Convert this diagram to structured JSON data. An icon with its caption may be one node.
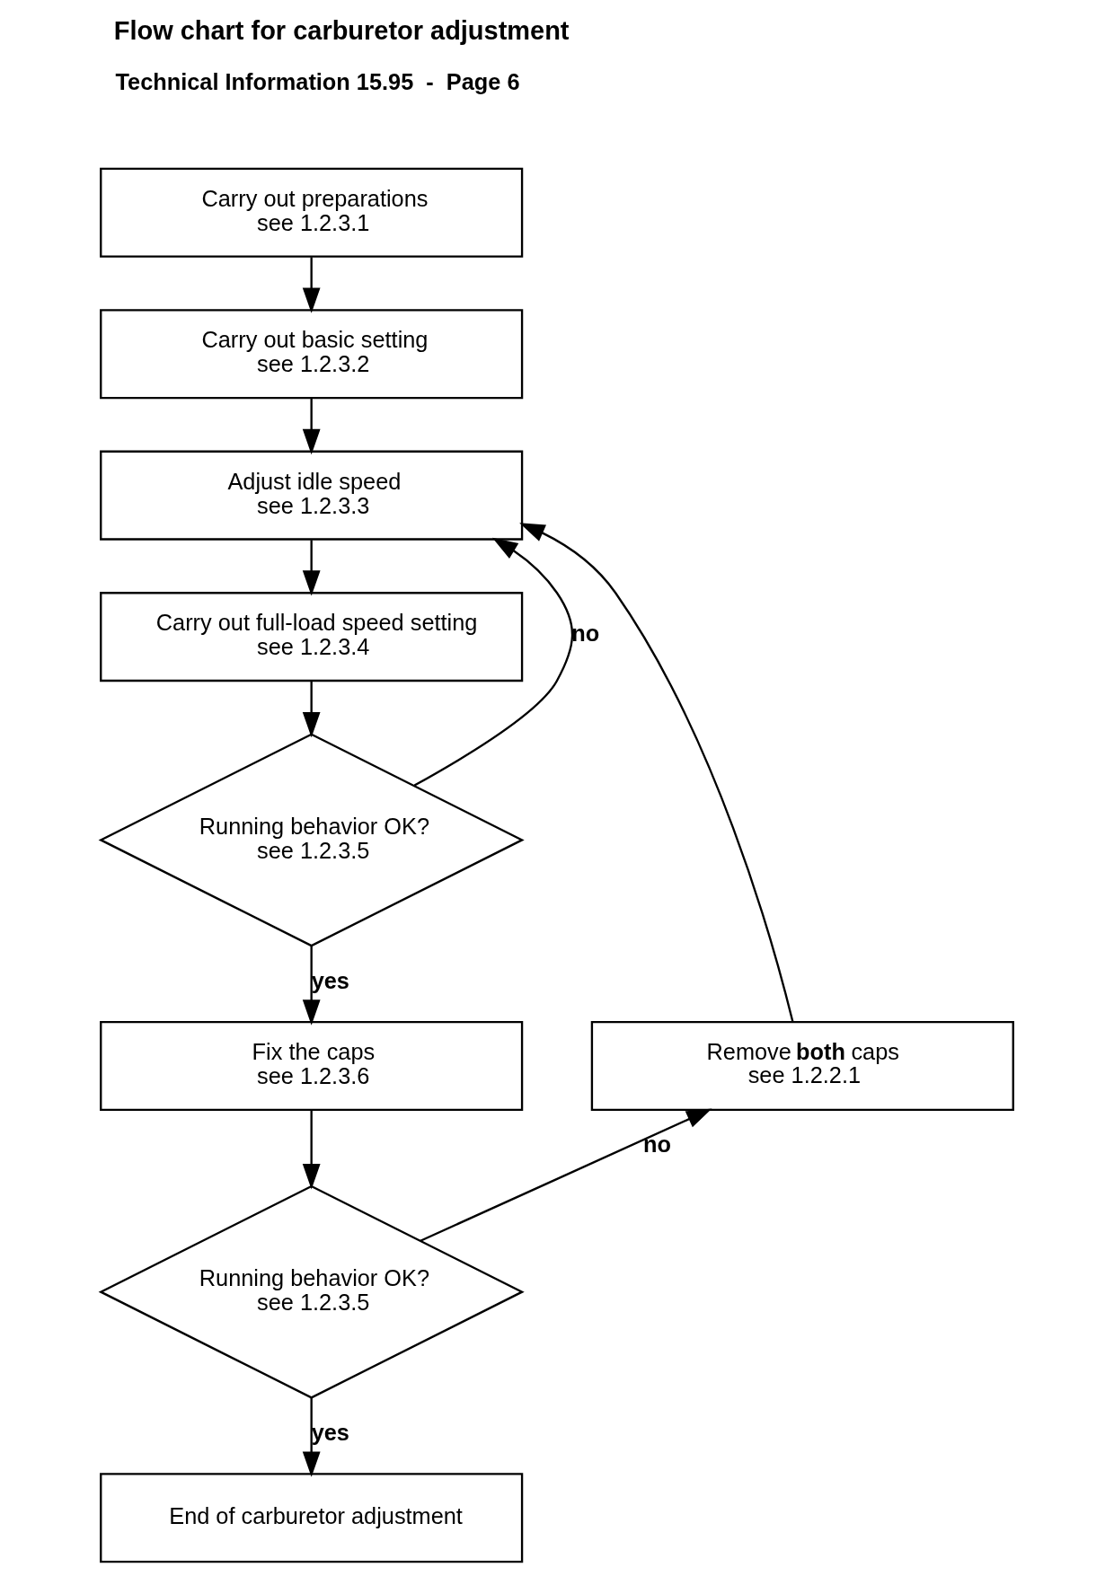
{
  "diagram": {
    "title": "Flow chart for carburetor adjustment",
    "nodes": [
      {
        "text": [
          "Carry out preparations",
          "see 1.2.3.1"
        ]
      },
      {
        "text": [
          "Carry out basic setting",
          "see 1.2.3.2"
        ]
      },
      {
        "text": [
          "Adjust idle speed",
          "see 1.2.3.3"
        ]
      },
      {
        "text": [
          "Carry out full-load speed setting",
          "see 1.2.3.4"
        ]
      },
      {
        "text": [
          "Running behavior OK?",
          "see 1.2.3.5"
        ]
      },
      {
        "text": [
          "Fix the caps",
          "see 1.2.3.6"
        ]
      },
      {
        "text": [
          "Remove **both** caps",
          "see 1.2.2.1"
        ]
      },
      {
        "text": [
          "Running behavior OK?",
          "see 1.2.3.5"
        ]
      },
      {
        "text": [
          "End of carburetor adjustment"
        ]
      }
    ],
    "edges": [
      {
        "from": 0,
        "to": 1,
        "arrow": "to"
      },
      {
        "from": 1,
        "to": 2,
        "arrow": "to"
      },
      {
        "from": 2,
        "to": 3,
        "arrow": "to"
      },
      {
        "from": 3,
        "to": 4,
        "arrow": "to"
      },
      {
        "from": 4,
        "to": 2,
        "arrow": "to",
        "label": "no"
      },
      {
        "from": 4,
        "to": 5,
        "arrow": "to",
        "label": "yes"
      },
      {
        "from": 5,
        "to": 7,
        "arrow": "to"
      },
      {
        "from": 7,
        "to": 6,
        "arrow": "to",
        "label": "no"
      },
      {
        "from": 6,
        "to": 2,
        "arrow": "to"
      },
      {
        "from": 7,
        "to": 8,
        "arrow": "to",
        "label": "yes"
      }
    ],
    "labels": [
      "Technical Information 15.95  -  Page 6"
    ]
  }
}
